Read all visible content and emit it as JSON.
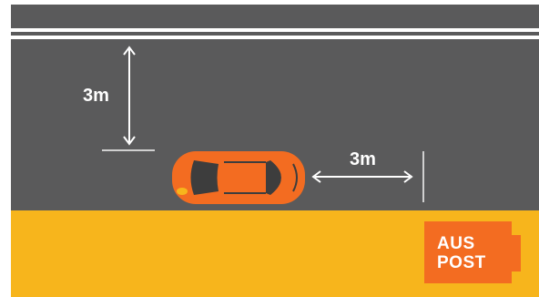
{
  "labels": {
    "vertical_gap": "3m",
    "horizontal_gap": "3m"
  },
  "badge": {
    "line1": "AUS",
    "line2": "POST"
  },
  "colors": {
    "road": "#5a5a5b",
    "footpath": "#f7b51c",
    "lane_marking": "#ffffff",
    "car_body": "#f36c21",
    "car_window": "#3d3d3d",
    "badge_bg": "#f36c21"
  },
  "icons": {
    "car": "car-top-view-icon",
    "arrow_vertical": "double-arrow-vertical-icon",
    "arrow_horizontal": "double-arrow-horizontal-icon"
  }
}
